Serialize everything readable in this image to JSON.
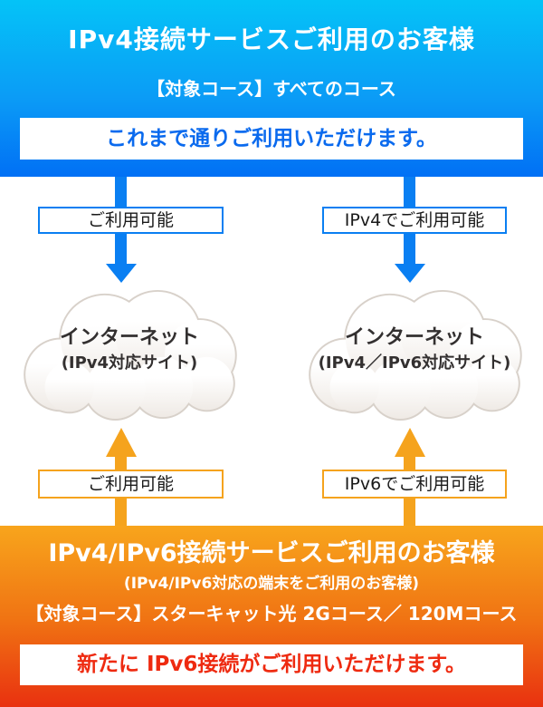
{
  "top_section": {
    "title": "IPv4接続サービスご利用のお客様",
    "subtitle": "【対象コース】すべてのコース",
    "banner": "これまで通りご利用いただけます。"
  },
  "middle": {
    "left": {
      "down_label": "ご利用可能",
      "cloud_line1": "インターネット",
      "cloud_line2": "(IPv4対応サイト)",
      "up_label": "ご利用可能"
    },
    "right": {
      "down_label": "IPv4でご利用可能",
      "cloud_line1": "インターネット",
      "cloud_line2": "(IPv4／IPv6対応サイト)",
      "up_label": "IPv6でご利用可能"
    }
  },
  "bottom_section": {
    "title": "IPv4/IPv6接続サービスご利用のお客様",
    "subtitle": "(IPv4/IPv6対応の端末をご利用のお客様)",
    "course": "【対象コース】スターキャット光 2Gコース／ 120Mコース",
    "banner": "新たに IPv6接続がご利用いただけます。"
  },
  "colors": {
    "top_gradient_start": "#04c3f7",
    "top_gradient_end": "#0170f5",
    "blue_arrow": "#0a7ff2",
    "orange_arrow": "#f5a31d",
    "banner_text_blue": "#0a6aee",
    "banner_text_red": "#ee2a10",
    "bottom_gradient_start": "#f8a51c",
    "bottom_gradient_end": "#e93110"
  }
}
